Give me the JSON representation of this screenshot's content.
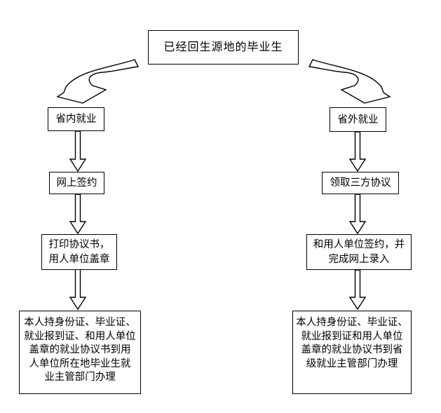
{
  "page": {
    "background_color": "#ffffff",
    "line_color": "#000000"
  },
  "flowchart": {
    "title": "已经回生源地的毕业生",
    "left_branch": {
      "steps": [
        {
          "label": "省内就业"
        },
        {
          "label": "网上签约"
        },
        {
          "label": "打印协议书，\n用人单位盖章"
        },
        {
          "label": "本人持身份证、毕业证、\n就业报到证、和用人单位\n盖章的就业协议书到用\n人单位所在地毕业生就\n业主管部门办理"
        }
      ]
    },
    "right_branch": {
      "steps": [
        {
          "label": "省外就业"
        },
        {
          "label": "领取三方协议"
        },
        {
          "label": "和用人单位签约，并\n完成网上录入"
        },
        {
          "label": "本人持身份证、毕业证、\n就业报到证和用人单位\n盖章的就业协议书到省\n级就业主管部门办理"
        }
      ]
    },
    "icons": {
      "curved_arrow_left": "curved-block-arrow-down-left",
      "curved_arrow_right": "curved-block-arrow-down-right",
      "down_arrow": "hollow-down-arrow"
    }
  }
}
